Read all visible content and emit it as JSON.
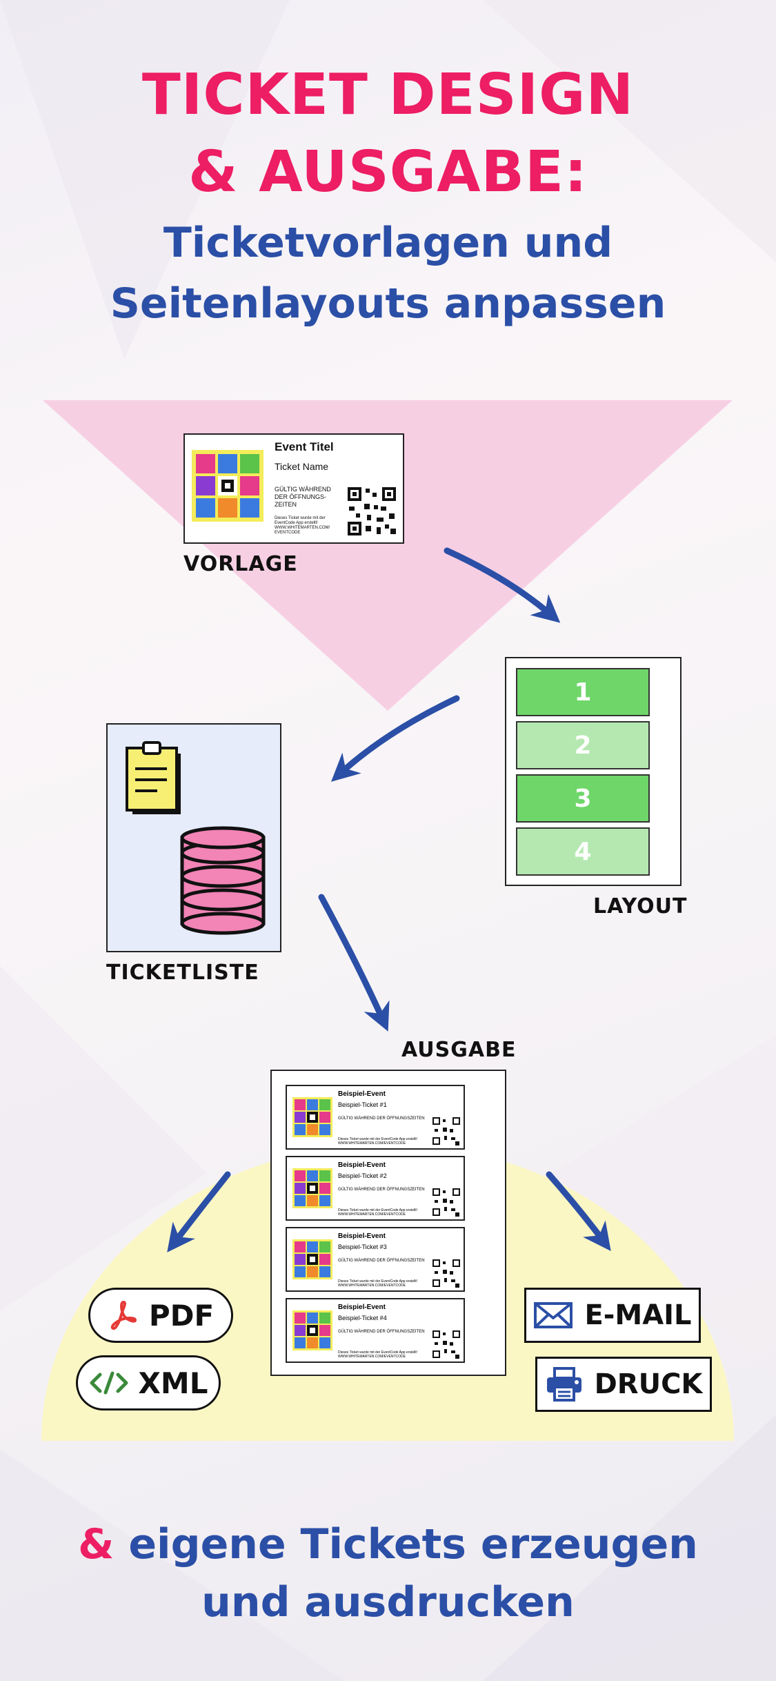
{
  "header": {
    "title_line1": "TICKET DESIGN",
    "title_line2": "& AUSGABE:",
    "subtitle_line1": "Ticketvorlagen und",
    "subtitle_line2": "Seitenlayouts anpassen"
  },
  "template_ticket": {
    "event_title": "Event Titel",
    "ticket_name": "Ticket Name",
    "validity": "GÜLTIG WÄHREND DER ÖFFNUNGS-ZEITEN",
    "footer_line1": "Dieses Ticket wurde mit der",
    "footer_line2": "EventCode App erstellt!",
    "footer_line3": "WWW.WHITEMARTEN.COM/",
    "footer_line4": "EVENTCODE"
  },
  "labels": {
    "vorlage": "VORLAGE",
    "layout": "LAYOUT",
    "ticketliste": "TICKETLISTE",
    "ausgabe": "AUSGABE"
  },
  "layout_slots": [
    "1",
    "2",
    "3",
    "4"
  ],
  "output_tickets": [
    {
      "title": "Beispiel-Event",
      "name": "Beispiel-Ticket #1"
    },
    {
      "title": "Beispiel-Event",
      "name": "Beispiel-Ticket #2"
    },
    {
      "title": "Beispiel-Event",
      "name": "Beispiel-Ticket #3"
    },
    {
      "title": "Beispiel-Event",
      "name": "Beispiel-Ticket #4"
    }
  ],
  "output_ticket_validity": "GÜLTIG WÄHREND DER ÖFFNUNGSZEITEN",
  "output_ticket_footer": "Dieses Ticket wurde mit der EventCode App erstellt! WWW.WHITEMARTEN.COM/EVENTCODE",
  "outputs": {
    "pdf": "PDF",
    "xml": "XML",
    "email": "E-MAIL",
    "druck": "DRUCK"
  },
  "footer": {
    "amp": "&",
    "line1_rest": " eigene Tickets erzeugen",
    "line2": "und ausdrucken"
  },
  "colors": {
    "pink": "#ed1e63",
    "blue": "#2b4fa6",
    "arrow": "#2b4fa6",
    "green_dark": "#6fd66a",
    "green_light": "#b5e8b1",
    "triangle": "#f7cfe3",
    "yellow_zone": "#fbf7c4"
  }
}
